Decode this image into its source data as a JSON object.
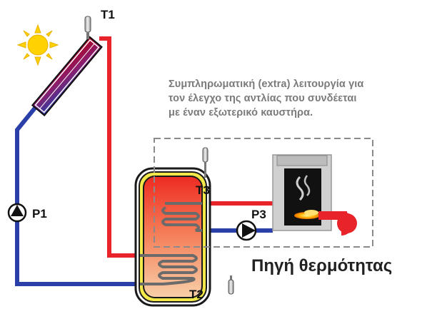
{
  "labels": {
    "t1": "T1",
    "t2": "T2",
    "t3": "T3",
    "p1": "P1",
    "p3": "P3"
  },
  "note": {
    "line1": "Συμπληρωματική (extra) λειτουργία για",
    "line2": "τον έλεγχο της αντλίας που συνδέεται",
    "line3": "με έναν εξωτερικό καυστήρα."
  },
  "heat_source_label": "Πηγή θερμότητας",
  "colors": {
    "hot_pipe": "#e8232a",
    "cold_pipe": "#2b3fa8",
    "tank_outline": "#1a1a1a",
    "tank_rim": "#f2e84a",
    "dashed_box": "#8a8a8a",
    "sun": "#ffd200",
    "boiler_body": "#d0d0d0",
    "burner": "#e8232a"
  },
  "icons": {
    "sun": "sun-icon",
    "collector": "solar-collector-icon",
    "pump": "pump-icon",
    "sensor": "thermometer-sensor-icon",
    "boiler": "boiler-icon"
  }
}
